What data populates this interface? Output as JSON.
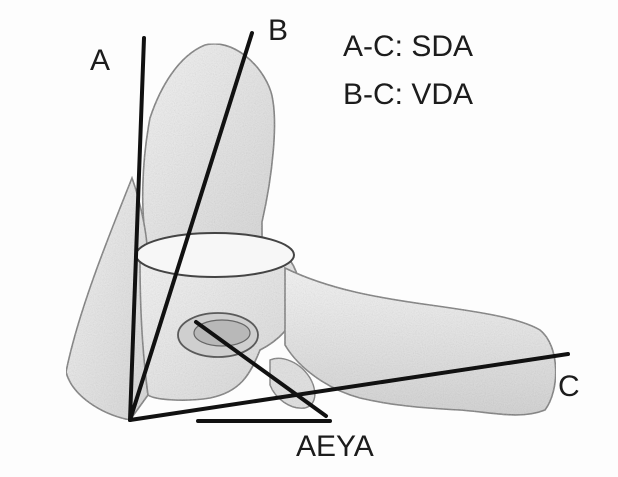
{
  "labels": {
    "point_a": "A",
    "point_b": "B",
    "point_c": "C",
    "angle": "AEYA"
  },
  "legend": [
    "A-C: SDA",
    "B-C: VDA"
  ],
  "colors": {
    "line": "#111111",
    "bone_fill": "#eeeeee",
    "bone_stroke": "#6e6e6e",
    "background": "#fdfdfd"
  }
}
